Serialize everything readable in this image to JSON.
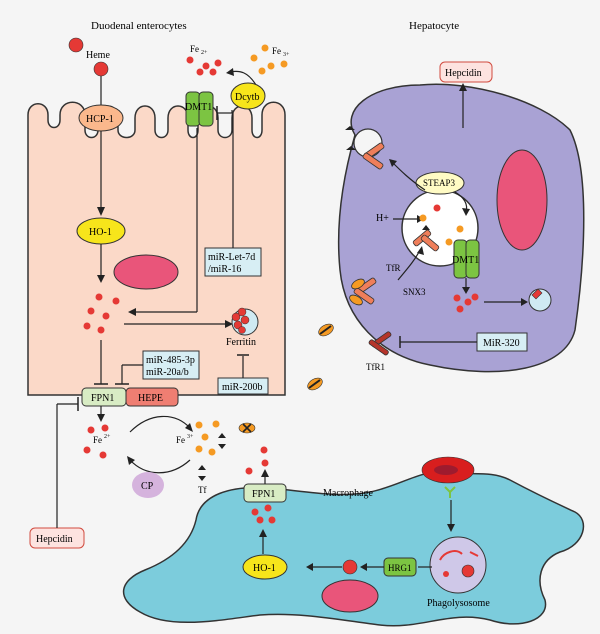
{
  "titles": {
    "duodenal": "Duodenal enterocytes",
    "hepatocyte": "Hepatocyte",
    "macrophage": "Macrophage"
  },
  "labels": {
    "heme": "Heme",
    "fe2_top": "Fe",
    "fe2_top_sup": "2+",
    "fe3_top": "Fe",
    "fe3_top_sup": "3+",
    "hcp1": "HCP-1",
    "dmt1_entero": "DMT1",
    "dcytb": "Dcytb",
    "ho1_entero": "HO-1",
    "mirlet7d_1": "miR-Let-7d",
    "mirlet7d_2": "/miR-16",
    "ferritin": "Ferritin",
    "mir485_1": "miR-485-3p",
    "mir485_2": "miR-20a/b",
    "mir200b": "miR-200b",
    "fpn1_entero": "FPN1",
    "hephaestin": "HEPE",
    "fe2_bottom": "Fe",
    "fe2_bottom_sup": "2+",
    "fe3_bottom": "Fe",
    "fe3_bottom_sup": "3+",
    "cp": "CP",
    "tf": "Tf",
    "hepcidin_left": "Hepcidin",
    "hepcidin_top": "Hepcidin",
    "steap3": "STEAP3",
    "h_plus": "H+",
    "tfr": "TfR",
    "snx3": "SNX3",
    "dmt1_hep": "DMT1",
    "mir320": "MiR-320",
    "tfr1": "TfR1",
    "fpn1_macro": "FPN1",
    "ho1_macro": "HO-1",
    "hrg1": "HRG1",
    "phagolysosome": "Phagolysosome"
  },
  "colors": {
    "enterocyte_fill": "#fbd9c8",
    "hepatocyte_fill": "#a9a2d4",
    "macrophage_fill": "#7cccdc",
    "nucleus": "#e9557a",
    "iron_red": "#e53935",
    "iron_orange": "#f59a23",
    "ho1_yellow": "#f7e51b",
    "dmt1_green": "#7cc442",
    "fpn1_green": "#d8ecc4",
    "mir_box": "#d7eef4",
    "hepcidin_box": "#fde3e0",
    "hephaestin": "#ef7e72",
    "cp_purple": "#d5b3dd",
    "rbc": "#d81e1e"
  }
}
